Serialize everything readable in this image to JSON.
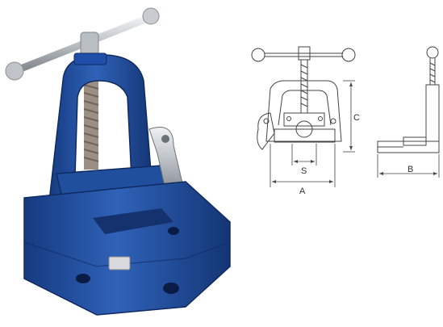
{
  "colors": {
    "vise_blue": "#1f4fa8",
    "vise_dark": "#163a80",
    "vise_light": "#3f74c8",
    "steel": "#c8ccd1",
    "steel_dark": "#8c9196",
    "line": "#444444"
  },
  "icons": {
    "photo": "pipe-vise-photo-icon",
    "front_view": "pipe-vise-front-drawing-icon",
    "side_view": "pipe-vise-side-drawing-icon"
  },
  "dimensions": {
    "a_label": "A",
    "b_label": "B",
    "c_label": "C",
    "s_label": "S"
  }
}
